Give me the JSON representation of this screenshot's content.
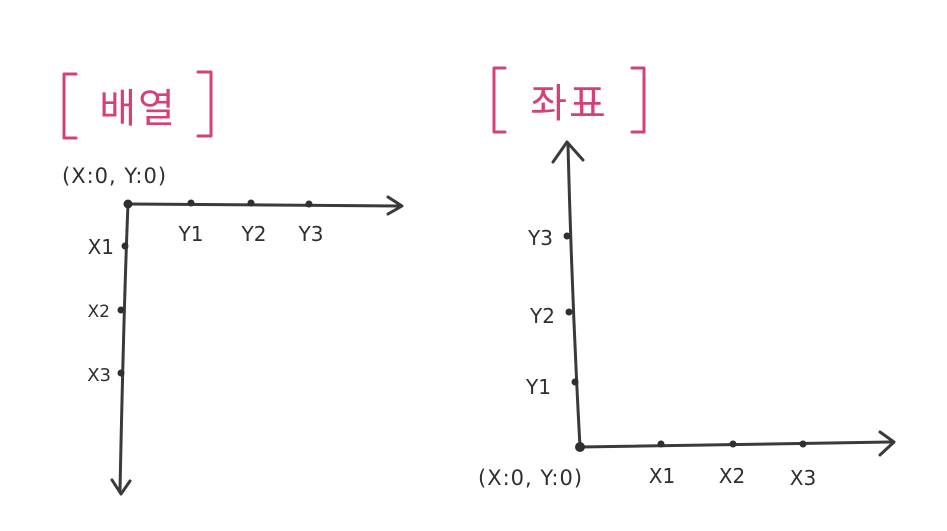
{
  "colors": {
    "title": "#d6407a",
    "ink": "#3a3a3a"
  },
  "left_panel": {
    "title": "배열",
    "origin_label": "(X:0, Y:0)",
    "horizontal_labels": [
      "Y1",
      "Y2",
      "Y3"
    ],
    "vertical_labels": [
      "X1",
      "X2",
      "X3"
    ]
  },
  "right_panel": {
    "title": "좌표",
    "origin_label": "(X:0, Y:0)",
    "horizontal_labels": [
      "X1",
      "X2",
      "X3"
    ],
    "vertical_labels": [
      "Y3",
      "Y2",
      "Y1"
    ]
  }
}
